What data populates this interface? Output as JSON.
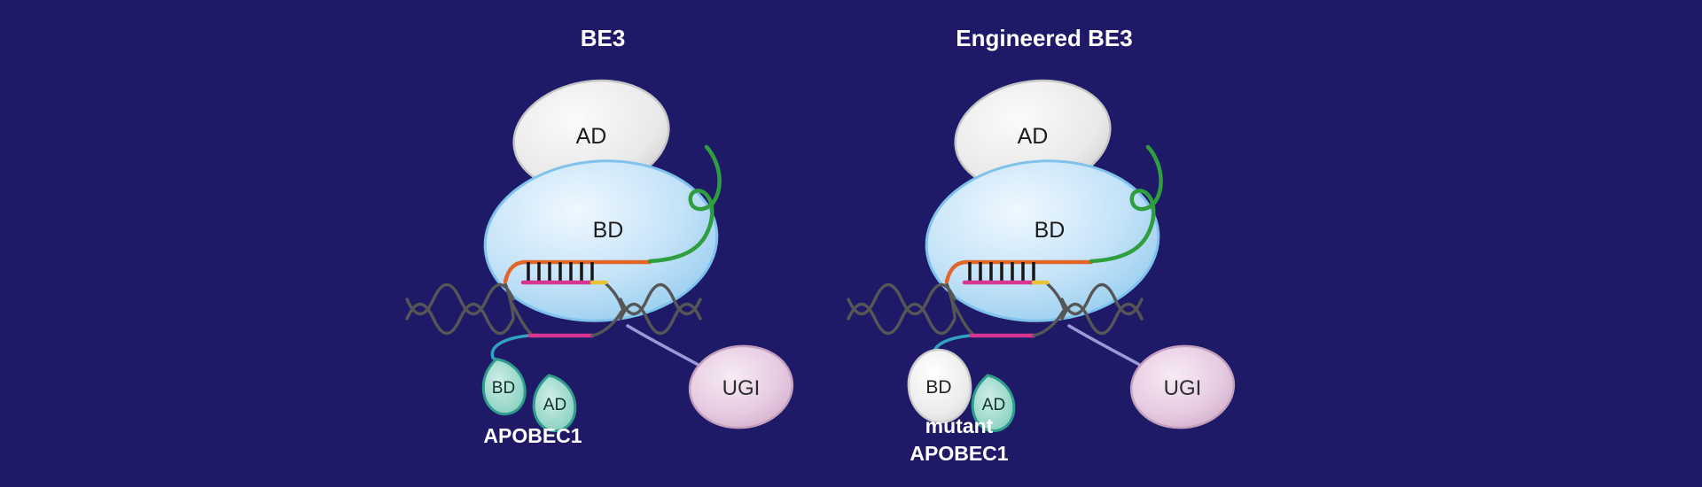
{
  "figure": {
    "background_color": "#1e1a68",
    "panels": [
      {
        "title": "BE3",
        "ad_label": "AD",
        "bd_label": "BD",
        "deaminase": {
          "bd_label": "BD",
          "ad_label": "AD",
          "name_lines": [
            "APOBEC1"
          ]
        },
        "ugi_label": "UGI"
      },
      {
        "title": "Engineered BE3",
        "ad_label": "AD",
        "bd_label": "BD",
        "deaminase": {
          "bd_label": "BD",
          "ad_label": "AD",
          "name_lines": [
            "mutant",
            "APOBEC1"
          ]
        },
        "ugi_label": "UGI"
      }
    ],
    "colors": {
      "background": "#1e1a68",
      "cas9_bd_body": "#c5e3f8",
      "ad_domain_gray": "#e9e9e9",
      "sgrna_green": "#2f9e3f",
      "target_strand_orange": "#e0662a",
      "edit_window_pink": "#d6368f",
      "pam_yellow": "#e9c437",
      "dna_gray": "#565656",
      "apobec_leaf_teal": "#97d7c9",
      "linker_teal": "#2fa3c0",
      "linker_lavender": "#9c9ad6",
      "ugi_pink": "#e6cbe1",
      "mutant_bd_oval_gray": "#ececec"
    }
  }
}
